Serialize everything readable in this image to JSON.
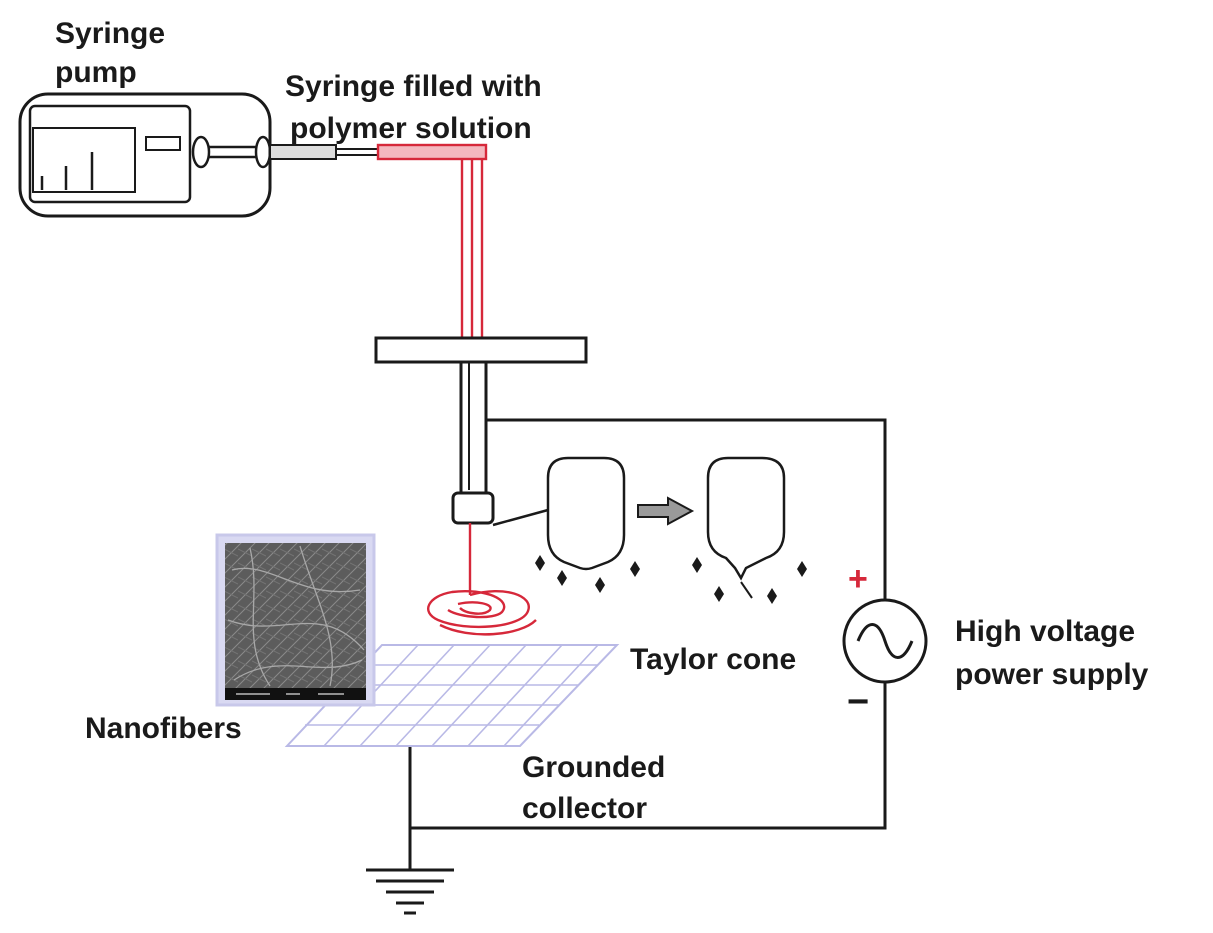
{
  "labels": {
    "pump_line1": "Syringe",
    "pump_line2": "pump",
    "syringe_line1": "Syringe filled with",
    "syringe_line2": "polymer solution",
    "taylor_cone": "Taylor cone",
    "hv_line1": "High voltage",
    "hv_line2": "power supply",
    "nanofibers": "Nanofibers",
    "collector_line1": "Grounded",
    "collector_line2": "collector"
  },
  "signs": {
    "positive": "+",
    "negative": "−"
  },
  "colors": {
    "line": "#1a1a1a",
    "polymer": "#d6283a",
    "positive_sign": "#d6283a",
    "collector_grid": "#b9b9e6",
    "sem_frame": "#c8c8ea"
  }
}
